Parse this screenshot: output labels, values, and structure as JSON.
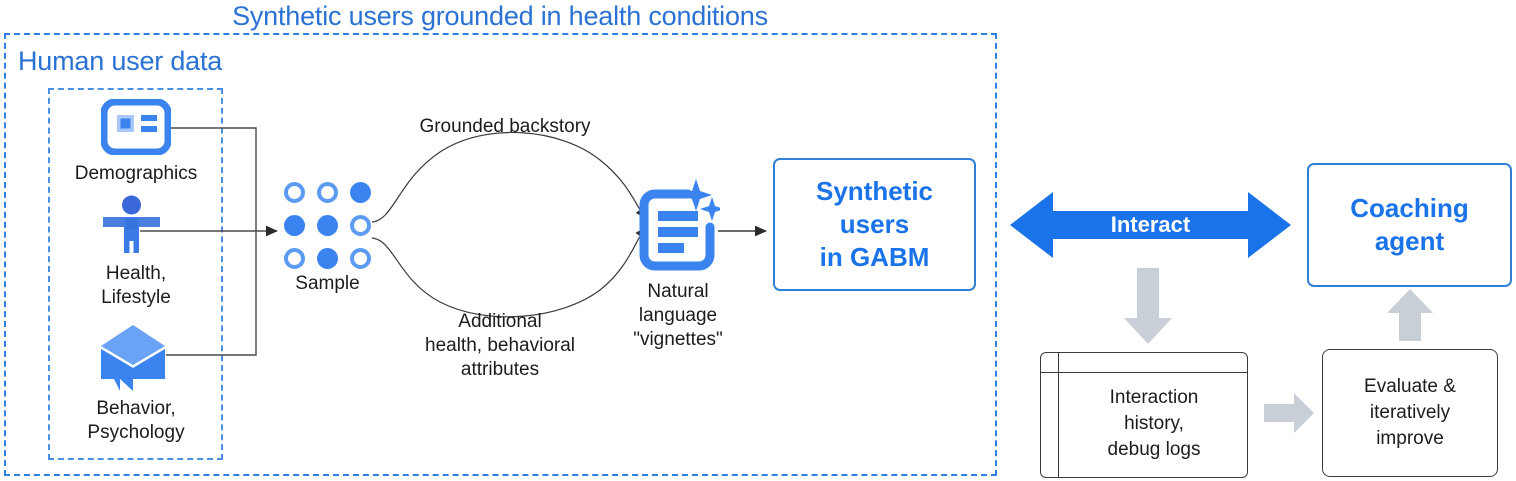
{
  "diagram": {
    "main_title": "Synthetic users grounded in health conditions",
    "human_title": "Human user data",
    "sources": [
      {
        "id": "demographics",
        "label": "Demographics",
        "icon": "id-card-icon"
      },
      {
        "id": "health",
        "label": "Health,\nLifestyle",
        "label_line1": "Health,",
        "label_line2": "Lifestyle",
        "icon": "person-accessibility-icon"
      },
      {
        "id": "behavior",
        "label": "Behavior,\nPsychology",
        "label_line1": "Behavior,",
        "label_line2": "Psychology",
        "icon": "layers-box-icon"
      }
    ],
    "sample": {
      "label": "Sample",
      "grid": [
        [
          "hollow",
          "hollow",
          "filled"
        ],
        [
          "filled",
          "filled",
          "hollow"
        ],
        [
          "hollow",
          "filled",
          "hollow"
        ]
      ]
    },
    "curves": {
      "top_label": "Grounded backstory",
      "bottom_label_line1": "Additional",
      "bottom_label_line2": "health, behavioral",
      "bottom_label_line3": "attributes"
    },
    "vignette": {
      "icon": "document-sparkle-icon",
      "label_line1": "Natural",
      "label_line2": "language",
      "label_line3": "\"vignettes\""
    },
    "synthetic_box": {
      "line1": "Synthetic",
      "line2": "users",
      "line3": "in GABM"
    },
    "interact": {
      "label": "Interact",
      "icon": "double-arrow-icon"
    },
    "coaching_box": {
      "line1": "Coaching",
      "line2": "agent"
    },
    "history_box": {
      "line1": "Interaction",
      "line2": "history,",
      "line3": "debug logs"
    },
    "evaluate_box": {
      "line1": "Evaluate &",
      "line2": "iteratively",
      "line3": "improve"
    },
    "arrows": {
      "down_arrow": "gray-down-arrow-icon",
      "right_arrow": "gray-right-arrow-icon",
      "up_arrow": "gray-up-arrow-icon"
    },
    "colors": {
      "brand_blue": "#1a73e8",
      "title_blue": "#2a72d4",
      "icon_blue": "#3b84ef",
      "icon_blue_light": "#a8c7fa",
      "dot_hollow": "#5c9bf2",
      "gray_arrow": "#c8cfd7",
      "line_dark": "#3c3c3c",
      "text_dark": "#1c1c1c",
      "white": "#ffffff"
    }
  }
}
